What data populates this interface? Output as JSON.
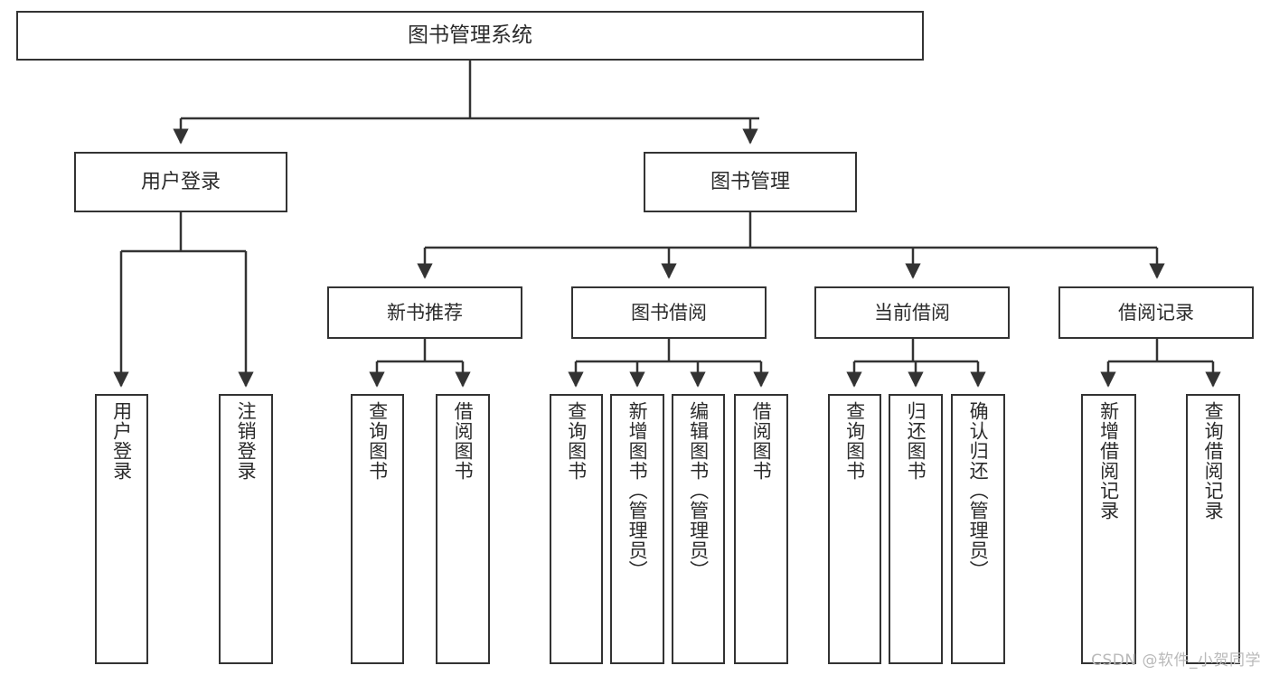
{
  "diagram": {
    "type": "tree-hierarchy",
    "title": "图书管理系统",
    "root": {
      "id": "root",
      "label": "图书管理系统"
    },
    "level2": [
      {
        "id": "user-login",
        "label": "用户登录"
      },
      {
        "id": "book-manage",
        "label": "图书管理"
      }
    ],
    "level3": [
      {
        "id": "new-book-recommend",
        "label": "新书推荐"
      },
      {
        "id": "book-borrow",
        "label": "图书借阅"
      },
      {
        "id": "current-borrow",
        "label": "当前借阅"
      },
      {
        "id": "borrow-record",
        "label": "借阅记录"
      }
    ],
    "leaves": [
      {
        "id": "leaf-user-login",
        "label": "用户登录",
        "parent": "user-login"
      },
      {
        "id": "leaf-user-logout",
        "label": "注销登录",
        "parent": "user-login"
      },
      {
        "id": "leaf-query-book-1",
        "label": "查询图书",
        "parent": "new-book-recommend"
      },
      {
        "id": "leaf-borrow-book-1",
        "label": "借阅图书",
        "parent": "new-book-recommend"
      },
      {
        "id": "leaf-query-book-2",
        "label": "查询图书",
        "parent": "book-borrow"
      },
      {
        "id": "leaf-add-book",
        "label": "新增图书（管理员）",
        "parent": "book-borrow"
      },
      {
        "id": "leaf-edit-book",
        "label": "编辑图书（管理员）",
        "parent": "book-borrow"
      },
      {
        "id": "leaf-borrow-book-2",
        "label": "借阅图书",
        "parent": "book-borrow"
      },
      {
        "id": "leaf-query-book-3",
        "label": "查询图书",
        "parent": "current-borrow"
      },
      {
        "id": "leaf-return-book",
        "label": "归还图书",
        "parent": "current-borrow"
      },
      {
        "id": "leaf-confirm-return",
        "label": "确认归还（管理员）",
        "parent": "current-borrow"
      },
      {
        "id": "leaf-add-record",
        "label": "新增借阅记录",
        "parent": "borrow-record"
      },
      {
        "id": "leaf-query-record",
        "label": "查询借阅记录",
        "parent": "borrow-record"
      }
    ],
    "watermark": "CSDN @软件_小贺同学",
    "colors": {
      "stroke": "#333333",
      "fill": "#ffffff",
      "text": "#2b2b2b",
      "watermark": "#b9b9b9"
    }
  }
}
